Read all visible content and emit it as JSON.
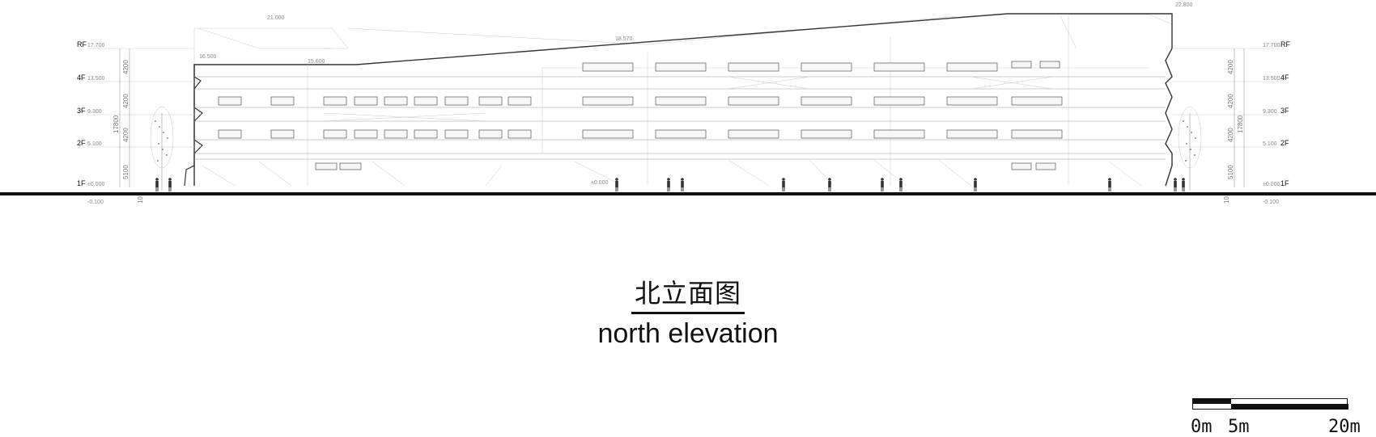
{
  "title": {
    "zh": "北立面图",
    "en": "north elevation"
  },
  "levels_left": [
    {
      "name": "RF",
      "elev": "17.700"
    },
    {
      "name": "4F",
      "elev": "13.500"
    },
    {
      "name": "3F",
      "elev": "9.300"
    },
    {
      "name": "2F",
      "elev": "5.100"
    },
    {
      "name": "1F",
      "elev": "±0.000"
    }
  ],
  "levels_right": [
    {
      "name": "RF",
      "elev": "17.700"
    },
    {
      "name": "4F",
      "elev": "13.500"
    },
    {
      "name": "3F",
      "elev": "9.300"
    },
    {
      "name": "2F",
      "elev": "5.100"
    },
    {
      "name": "1F",
      "elev": "±0.000"
    }
  ],
  "ground_elevation": "-0.100",
  "roof_elevations": [
    "21.000",
    "16.500",
    "15.600",
    "18.570",
    "22.800"
  ],
  "dimensions": {
    "floor": "4200",
    "ground_floor": "5100",
    "total": "17800",
    "tree_dim": "10"
  },
  "entrance_elevation": "±0.000",
  "scale_labels": [
    "0m",
    "5m",
    "20m"
  ]
}
